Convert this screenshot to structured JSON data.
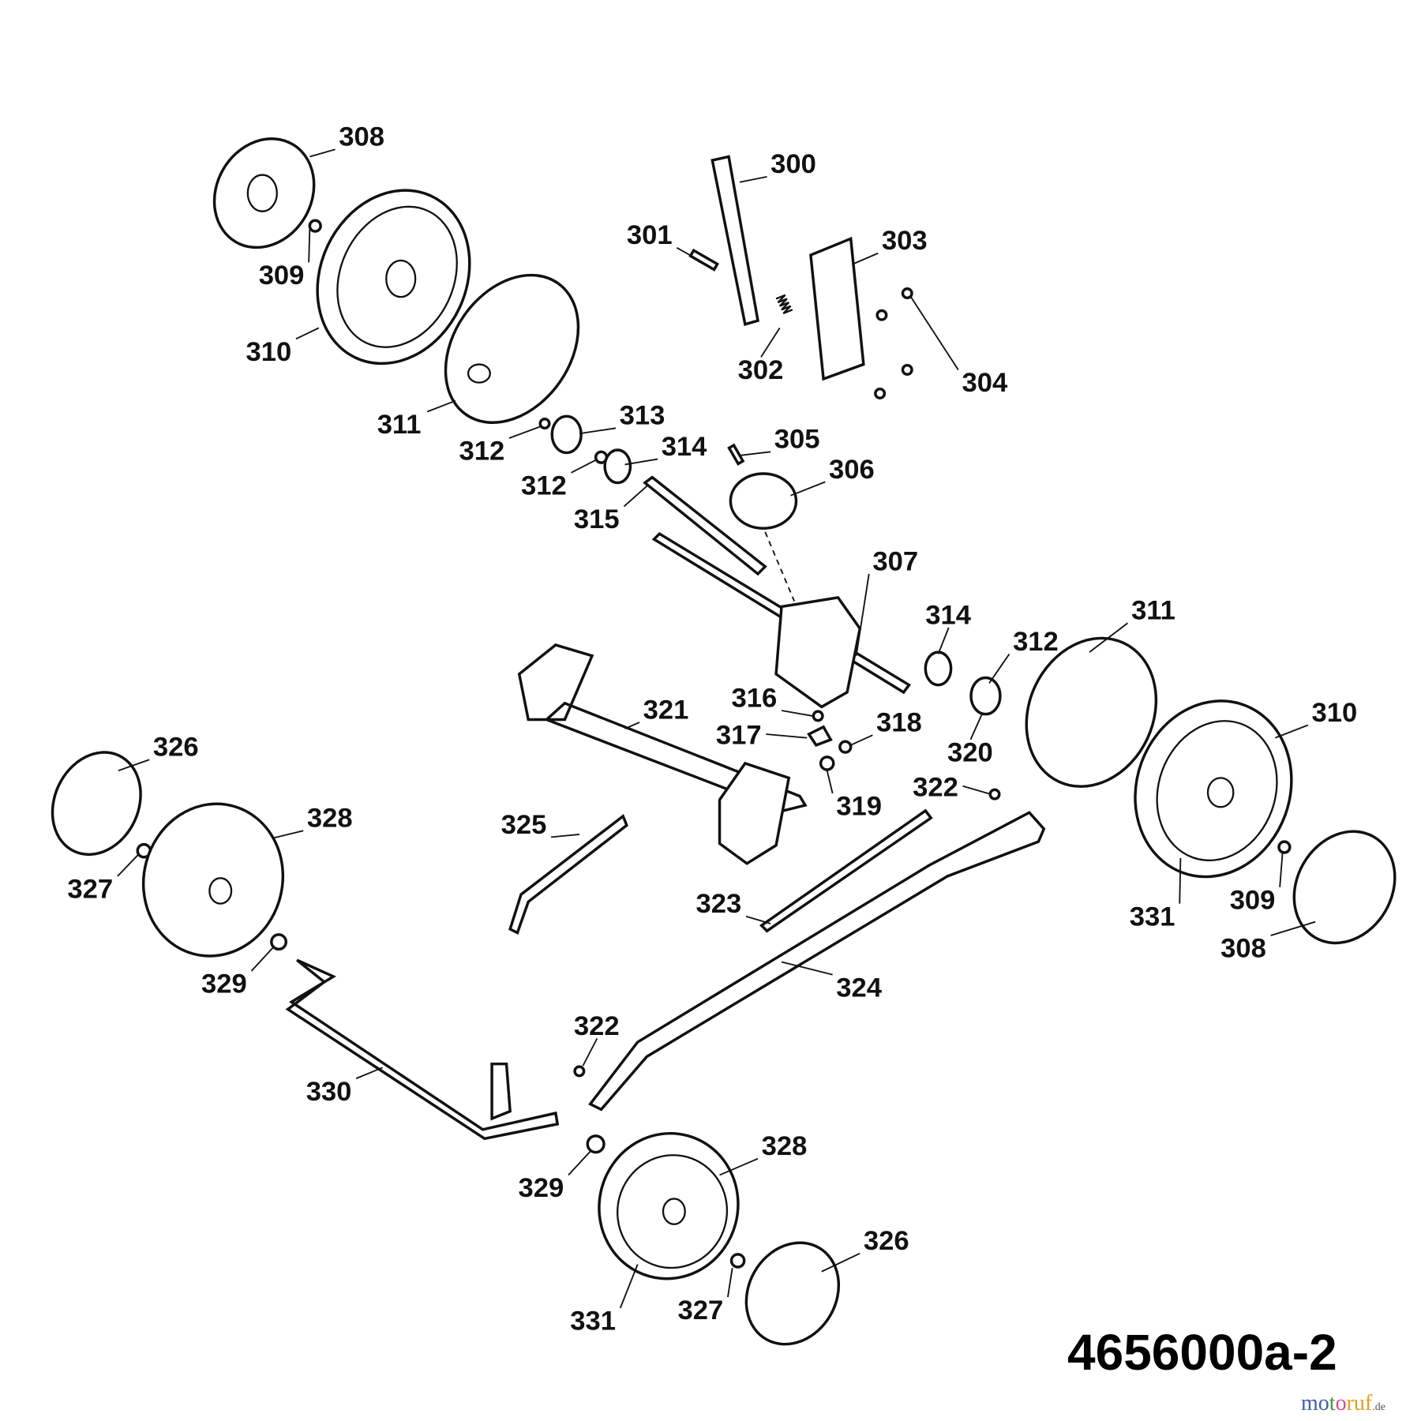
{
  "diagram": {
    "code": "4656000a-2",
    "brand": {
      "name_letters": [
        "m",
        "o",
        "t",
        "o",
        "r",
        "u",
        "f"
      ],
      "tld": ".de",
      "colors": [
        "#3b5ea8",
        "#3b5ea8",
        "#3a9a3a",
        "#d94a8c",
        "#e0a020",
        "#e0a020",
        "#e0a020"
      ]
    },
    "part_labels": [
      "308",
      "300",
      "301",
      "303",
      "309",
      "310",
      "302",
      "304",
      "311",
      "313",
      "312",
      "314",
      "305",
      "312",
      "306",
      "315",
      "307",
      "314",
      "311",
      "312",
      "321",
      "316",
      "310",
      "318",
      "317",
      "320",
      "326",
      "322",
      "319",
      "328",
      "325",
      "327",
      "323",
      "309",
      "331",
      "308",
      "329",
      "324",
      "322",
      "330",
      "328",
      "329",
      "326",
      "327",
      "331"
    ]
  }
}
